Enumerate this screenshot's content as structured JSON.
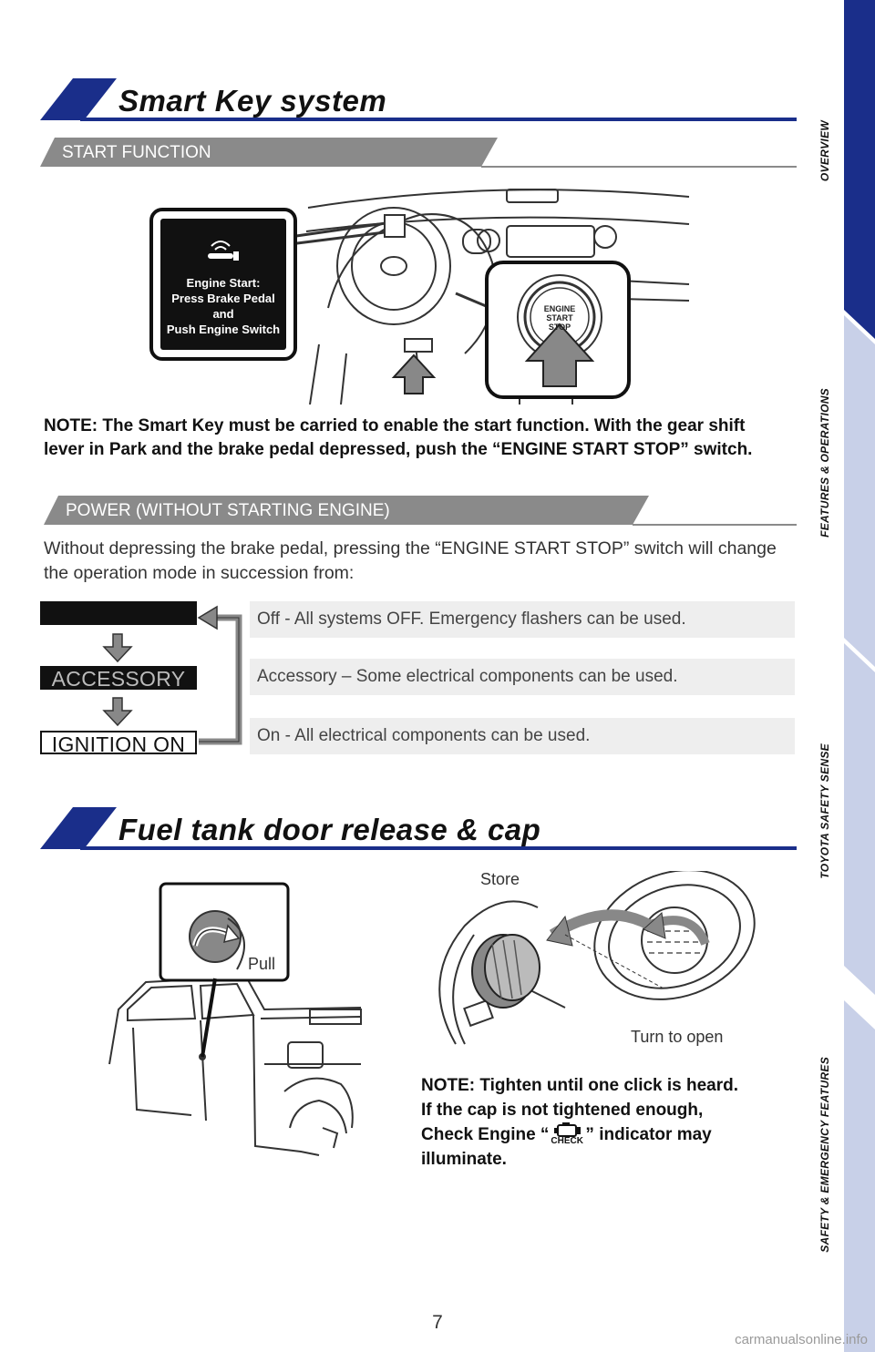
{
  "colors": {
    "navy": "#1a2e8a",
    "gray_band": "#8a8a8a",
    "tab_light": "#c8d0e8"
  },
  "sidebar": {
    "tabs": [
      "OVERVIEW",
      "FEATURES & OPERATIONS",
      "TOYOTA SAFETY SENSE",
      "SAFETY & EMERGENCY FEATURES"
    ]
  },
  "smart_key": {
    "title": "Smart Key system",
    "start_function_label": "START FUNCTION",
    "display_lines": [
      "Engine Start:",
      "Press Brake Pedal",
      "and",
      "Push Engine Switch"
    ],
    "button_lines": [
      "ENGINE",
      "START",
      "STOP"
    ],
    "note": "NOTE: The Smart Key must be carried to enable the start function. With the gear shift lever in Park and the brake pedal depressed, push the “ENGINE START STOP” switch.",
    "power_label": "POWER (WITHOUT STARTING ENGINE)",
    "power_text": "Without depressing the brake pedal, pressing the “ENGINE START STOP” switch will change the operation mode in succession from:",
    "modes": [
      {
        "box": "",
        "desc": "Off - All systems OFF. Emergency flashers can be used."
      },
      {
        "box": "ACCESSORY",
        "desc": "Accessory – Some electrical components can be used."
      },
      {
        "box": "IGNITION ON",
        "desc": "On - All electrical components can be used."
      }
    ]
  },
  "fuel": {
    "title": "Fuel tank door release & cap",
    "pull_label": "Pull",
    "store_label": "Store",
    "turn_label": "Turn to open",
    "check_label": "CHECK",
    "note_lines": [
      "NOTE: Tighten until one click is heard.",
      "If the cap is not tightened enough,",
      "Check Engine “",
      "” indicator may",
      "illuminate."
    ]
  },
  "page_number": "7",
  "watermark": "carmanualsonline.info"
}
